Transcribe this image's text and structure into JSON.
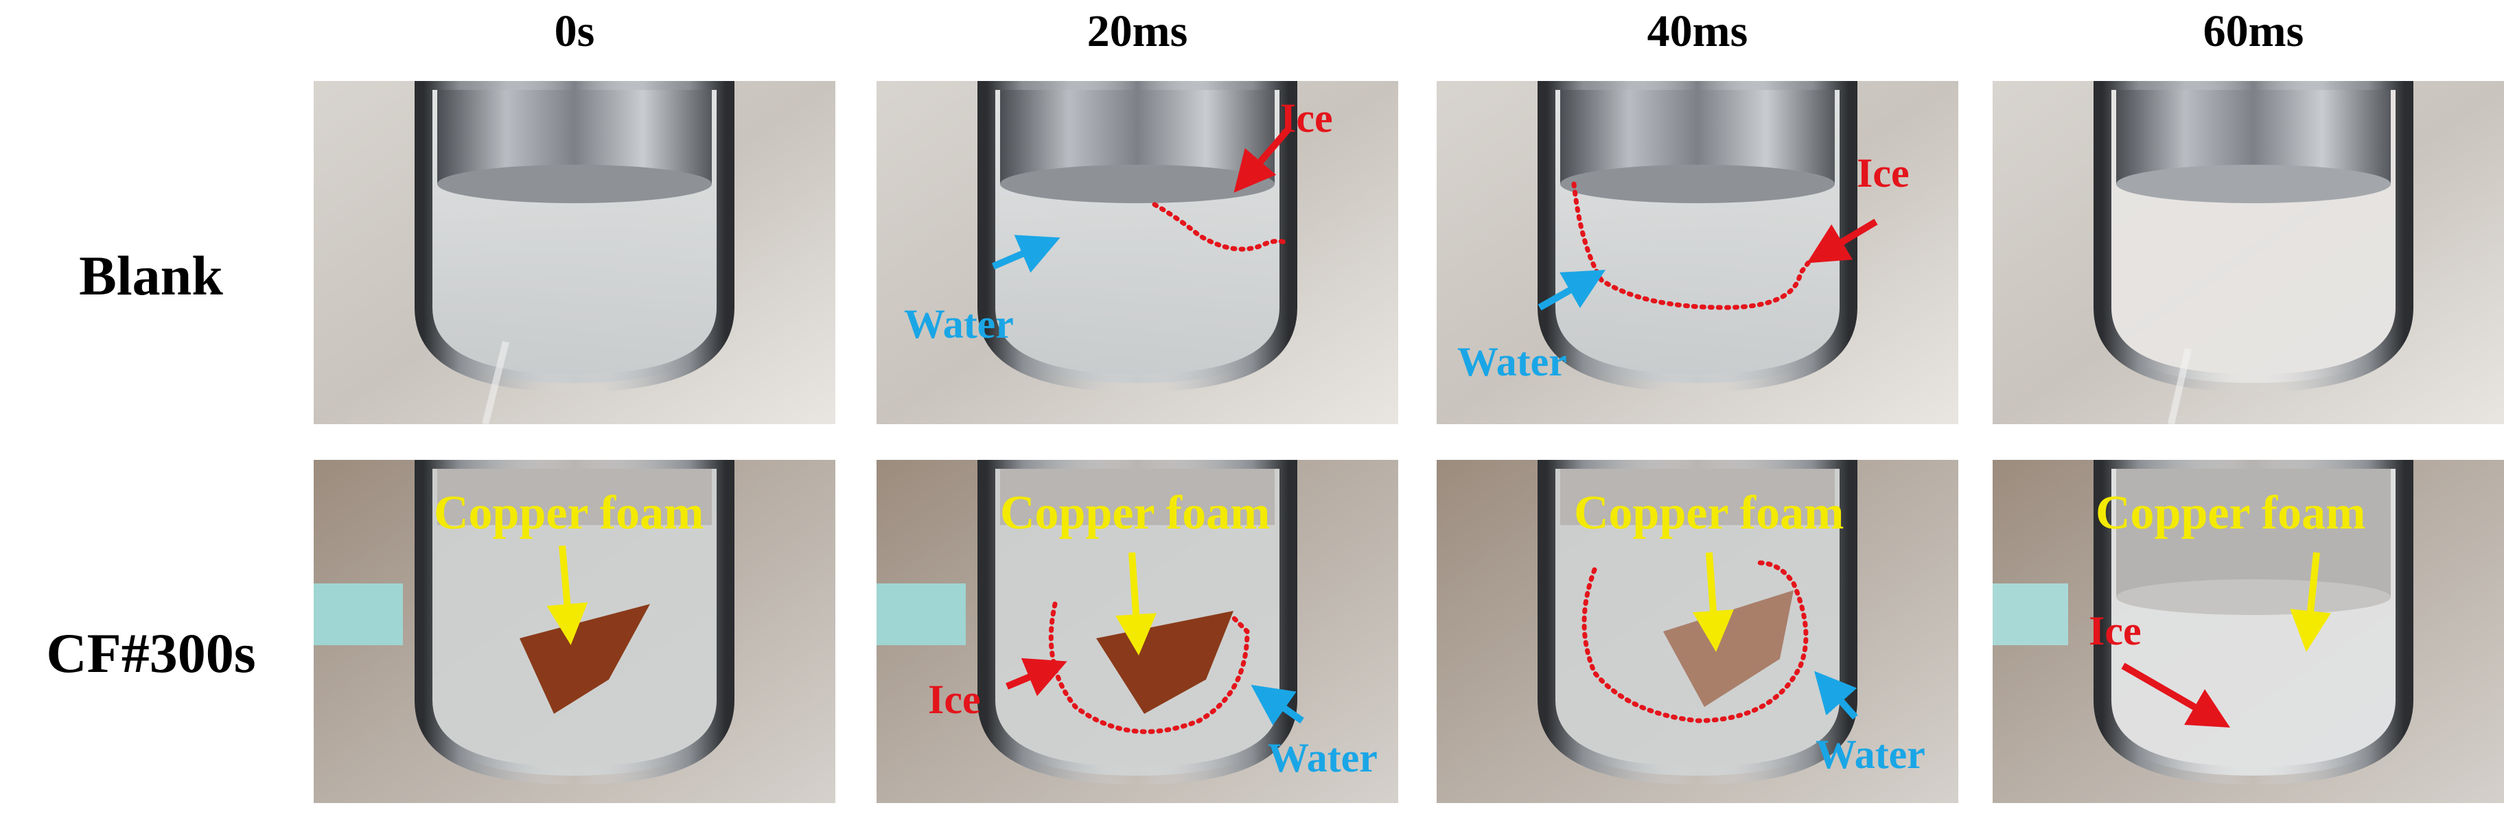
{
  "columns": [
    "0s",
    "20ms",
    "40ms",
    "60ms"
  ],
  "rows": [
    "Blank",
    "CF#300s"
  ],
  "annotations": {
    "ice": "Ice",
    "water": "Water",
    "copper_foam": "Copper foam"
  },
  "colors": {
    "ice_marker": "#e4141b",
    "water_marker": "#1aa6e6",
    "copper_foam_marker": "#f4ea00",
    "copper_foam_sample": "#8a3a1a"
  },
  "icons": [
    "arrow-icon",
    "ice-boundary-dotted-line"
  ]
}
